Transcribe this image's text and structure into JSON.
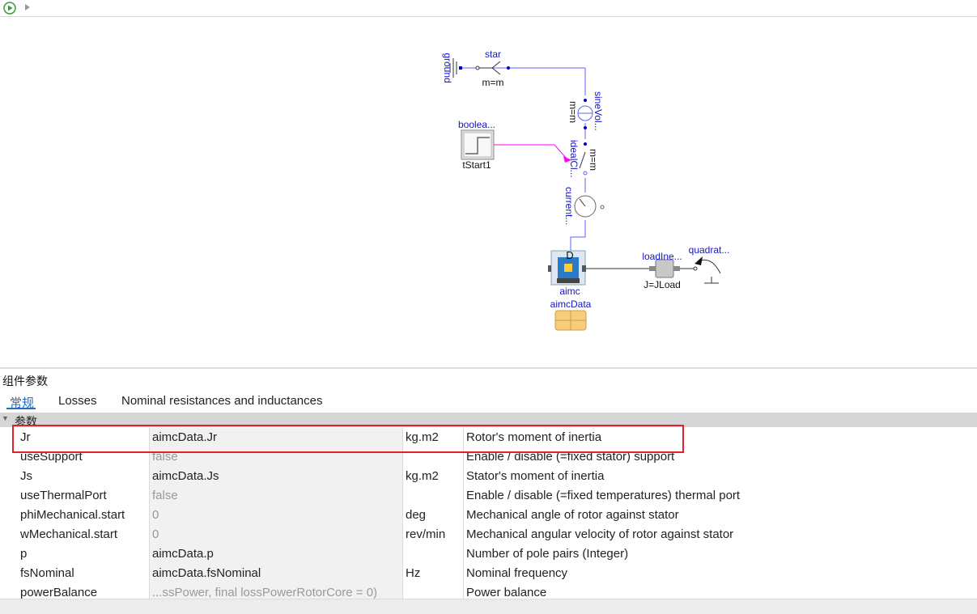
{
  "diagram": {
    "labels": {
      "ground": "ground",
      "star": "star",
      "star_param": "m=m",
      "sine": "sineVol...",
      "sine_param": "m=m",
      "boolean": "boolea...",
      "tstart": "tStart1",
      "ideal": "idealCl...",
      "ideal_param": "m=m",
      "current": "current...",
      "aimc_letter": "D",
      "aimc": "aimc",
      "aimcdata": "aimcData",
      "load": "loadIne...",
      "load_param": "J=JLoad",
      "quad": "quadrat..."
    },
    "colors": {
      "label_blue": "#1414c8",
      "wire": "#6060ff",
      "signal": "#ff00ff"
    }
  },
  "panel": {
    "title": "组件参数",
    "tabs": [
      {
        "label": "常规",
        "active": true
      },
      {
        "label": "Losses",
        "active": false
      },
      {
        "label": "Nominal resistances and inductances",
        "active": false
      }
    ],
    "group": "参数",
    "rows": [
      {
        "name": "Jr",
        "value": "aimcData.Jr",
        "unit": "kg.m2",
        "desc": "Rotor's moment of inertia",
        "is_default": false
      },
      {
        "name": "useSupport",
        "value": "false",
        "unit": "",
        "desc": "Enable / disable (=fixed stator) support",
        "is_default": true
      },
      {
        "name": "Js",
        "value": "aimcData.Js",
        "unit": "kg.m2",
        "desc": "Stator's moment of inertia",
        "is_default": false
      },
      {
        "name": "useThermalPort",
        "value": "false",
        "unit": "",
        "desc": "Enable / disable (=fixed temperatures) thermal port",
        "is_default": true
      },
      {
        "name": "phiMechanical.start",
        "value": "0",
        "unit": "deg",
        "desc": "Mechanical angle of rotor against stator",
        "is_default": true
      },
      {
        "name": "wMechanical.start",
        "value": "0",
        "unit": "rev/min",
        "desc": "Mechanical angular velocity of rotor against stator",
        "is_default": true
      },
      {
        "name": "p",
        "value": "aimcData.p",
        "unit": "",
        "desc": "Number of pole pairs (Integer)",
        "is_default": false
      },
      {
        "name": "fsNominal",
        "value": "aimcData.fsNominal",
        "unit": "Hz",
        "desc": "Nominal frequency",
        "is_default": false
      },
      {
        "name": "powerBalance",
        "value": "...ssPower, final lossPowerRotorCore = 0)",
        "unit": "",
        "desc": "Power balance",
        "is_default": true
      }
    ]
  }
}
